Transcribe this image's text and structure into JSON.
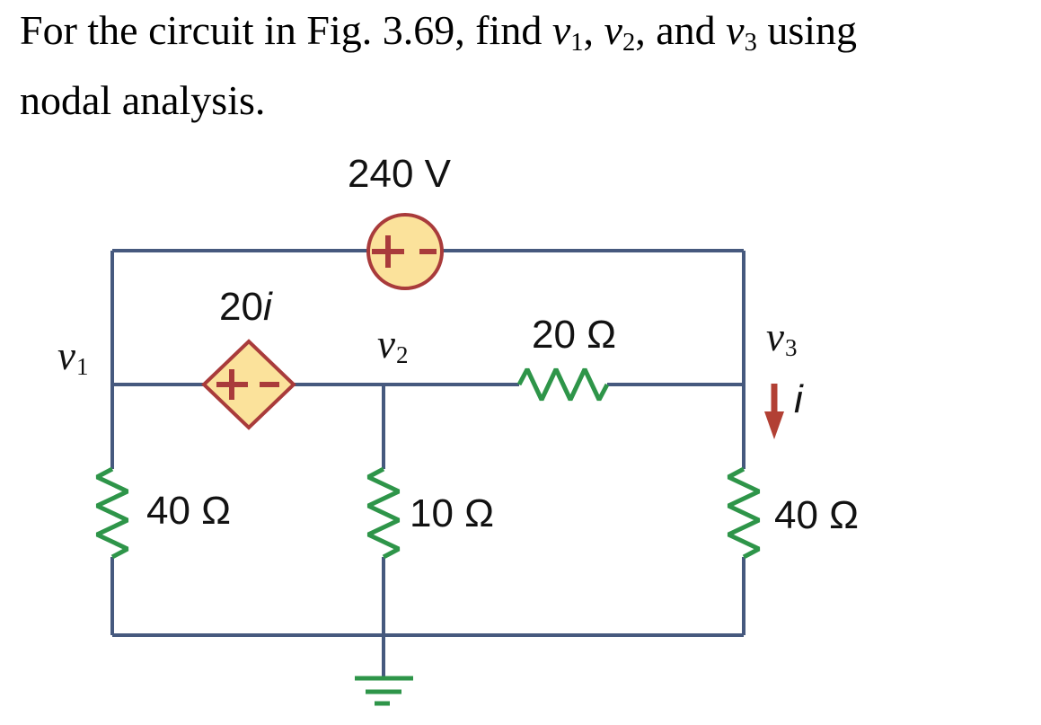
{
  "problem": {
    "line1_prefix": "For the circuit in Fig. 3.69, find ",
    "v1_var": "v",
    "v1_sub": "1",
    "sep1": ", ",
    "v2_var": "v",
    "v2_sub": "2",
    "sep2": ", and ",
    "v3_var": "v",
    "v3_sub": "3",
    "line1_suffix": " using",
    "line2": "nodal analysis."
  },
  "circuit": {
    "top_source": {
      "type": "independent-voltage-source",
      "label": "240 V",
      "polarity": "+ −"
    },
    "dependent_source": {
      "type": "dependent-voltage-source",
      "coefficient": "20",
      "control_var": "i",
      "polarity": "+ −"
    },
    "node_labels": {
      "n1_var": "v",
      "n1_sub": "1",
      "n2_var": "v",
      "n2_sub": "2",
      "n3_var": "v",
      "n3_sub": "3"
    },
    "resistors": {
      "left": "40 Ω",
      "middle": "10 Ω",
      "right": "40 Ω",
      "top": "20 Ω"
    },
    "current_label": "i",
    "ground": "ground-symbol",
    "colors": {
      "wire": "#46597E",
      "resistor": "#2E9549",
      "source_fill": "#FBE29B",
      "source_stroke": "#A93B3B",
      "arrow": "#B24034"
    }
  }
}
